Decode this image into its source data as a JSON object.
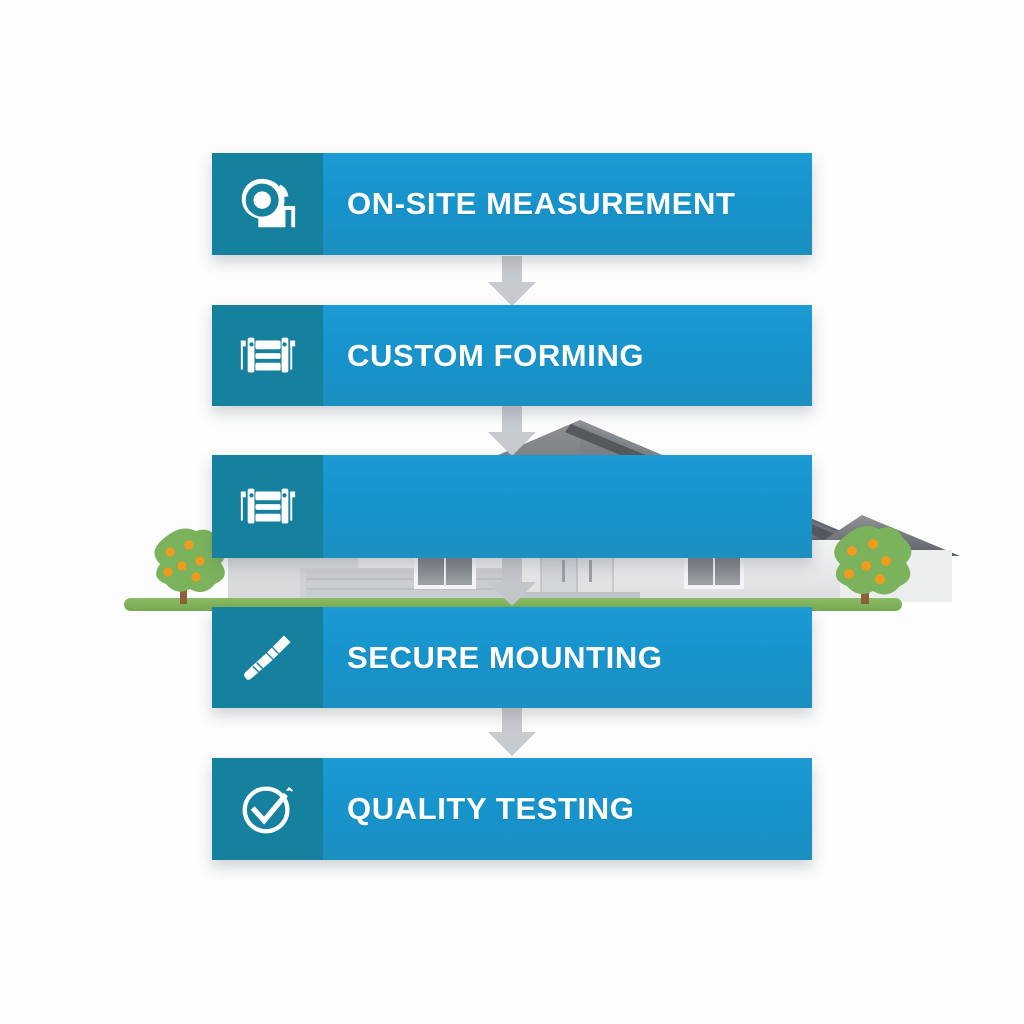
{
  "diagram": {
    "title_visible": false,
    "background_scene": {
      "name": "single-story-house-illustration",
      "elements": [
        "house",
        "pitched-roof",
        "windows",
        "double-entry-door",
        "garage-wing",
        "grass-strip",
        "left-fruit-tree",
        "right-fruit-tree"
      ],
      "grass_color": "#81b45c",
      "tree_foliage_color": "#7bb35c",
      "tree_fruit_color": "#f29a1e",
      "tree_trunk_color": "#8a6239",
      "wall_color": "#e9eaec",
      "roof_color": "#6d7175"
    },
    "colors": {
      "bar_body": "#1795ce",
      "bar_icon_block": "#16819f",
      "bar_label": "#ffffff",
      "arrow": "#c7cace",
      "page_background": "#fdfdfd"
    },
    "arrows": {
      "name": "down-arrow",
      "direction": "down",
      "count": 4
    },
    "steps": [
      {
        "order": 1,
        "label": "ON-SITE MEASUREMENT",
        "icon": "tape-measure-icon",
        "has_label": true
      },
      {
        "order": 2,
        "label": "CUSTOM FORMING",
        "icon": "roll-forming-machine-icon",
        "has_label": true
      },
      {
        "order": 3,
        "label": "",
        "icon": "roll-forming-machine-icon",
        "has_label": false
      },
      {
        "order": 4,
        "label": "SECURE MOUNTING",
        "icon": "screwdriver-icon",
        "has_label": true
      },
      {
        "order": 5,
        "label": "QUALITY TESTING",
        "icon": "check-circle-icon",
        "has_label": true
      }
    ]
  }
}
